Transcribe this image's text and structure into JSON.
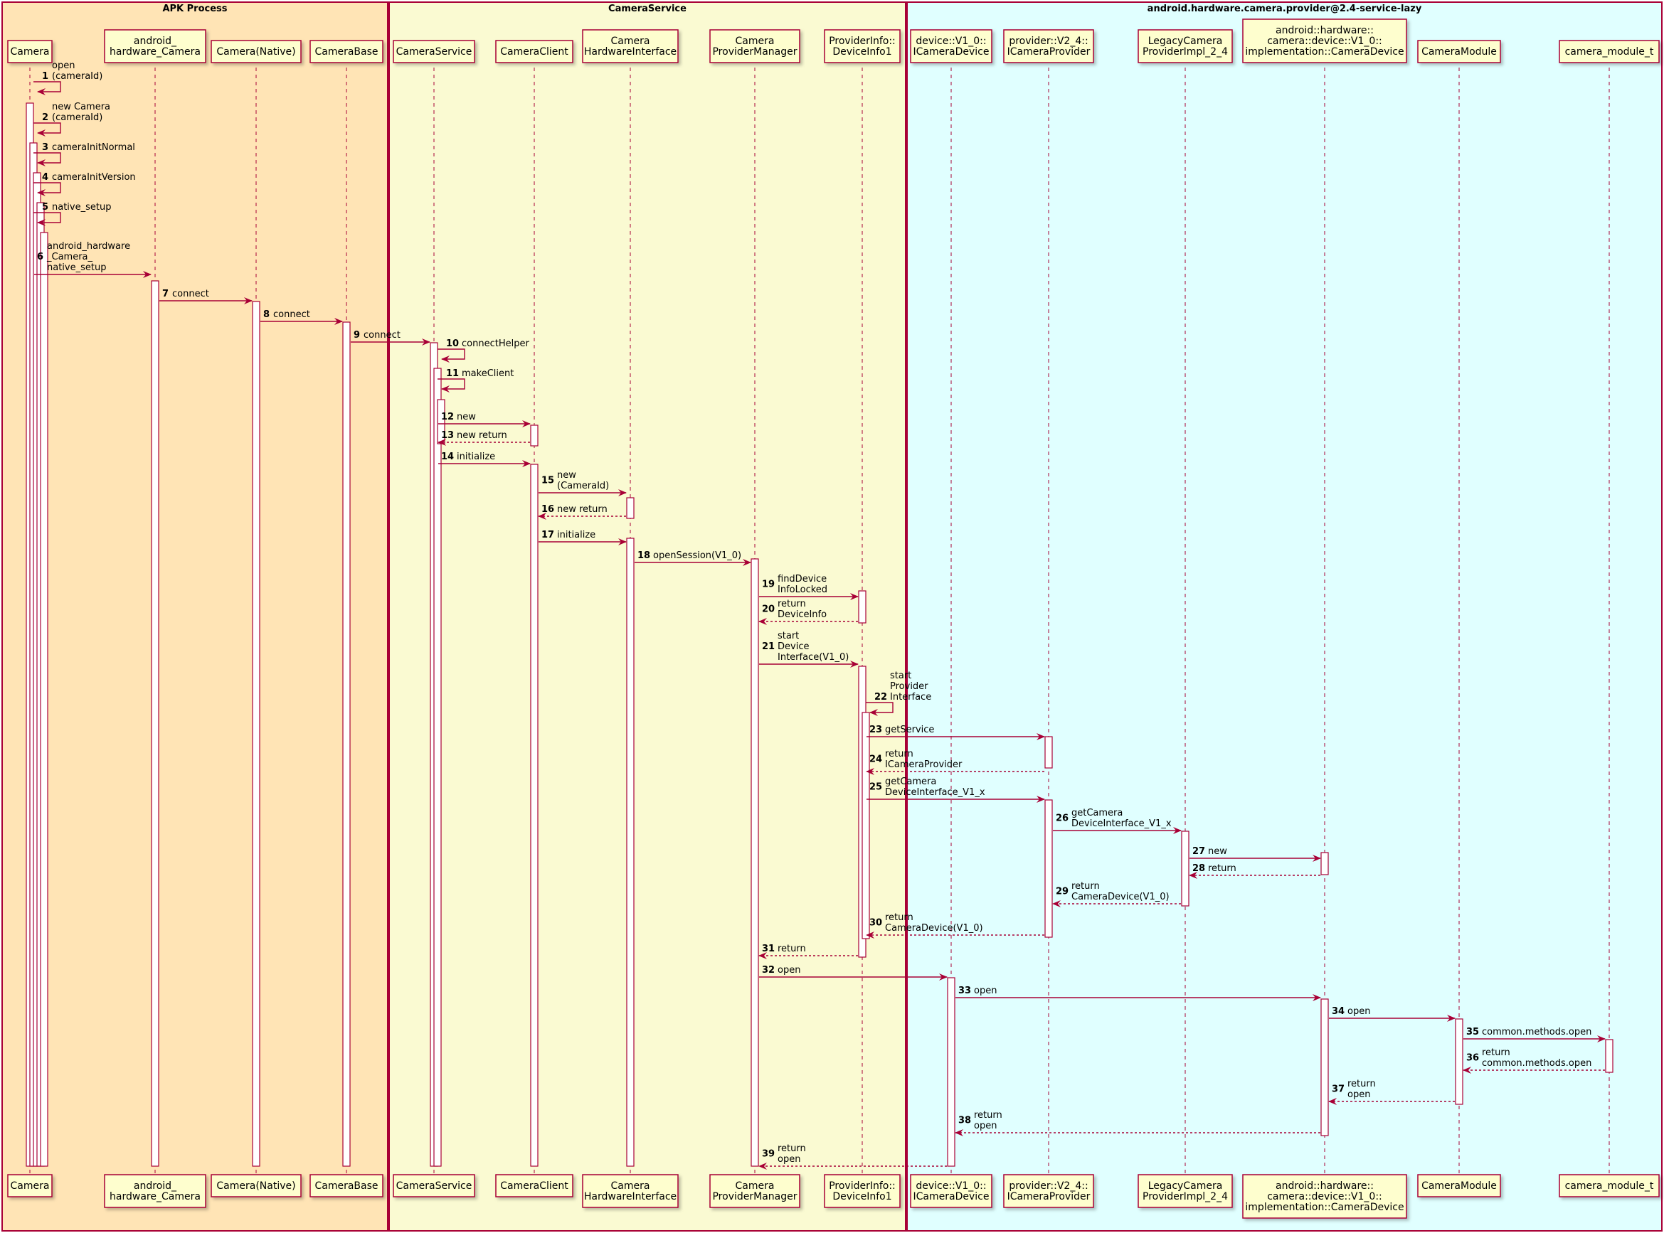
{
  "groups": [
    {
      "title": "APK Process",
      "color": "#ffe4b5"
    },
    {
      "title": "CameraService",
      "color": "#fafad2"
    },
    {
      "title": "android.hardware.camera.provider@2.4-service-lazy",
      "color": "#e0ffff"
    }
  ],
  "participants": [
    {
      "id": "camera",
      "label": [
        "Camera"
      ]
    },
    {
      "id": "jni",
      "label": [
        "android_",
        "hardware_Camera"
      ]
    },
    {
      "id": "native",
      "label": [
        "Camera(Native)"
      ]
    },
    {
      "id": "base",
      "label": [
        "CameraBase"
      ]
    },
    {
      "id": "svc",
      "label": [
        "CameraService"
      ]
    },
    {
      "id": "client",
      "label": [
        "CameraClient"
      ]
    },
    {
      "id": "hwif",
      "label": [
        "Camera",
        "HardwareInterface"
      ]
    },
    {
      "id": "cpm",
      "label": [
        "Camera",
        "ProviderManager"
      ]
    },
    {
      "id": "pinfo",
      "label": [
        "ProviderInfo::",
        "DeviceInfo1"
      ]
    },
    {
      "id": "icd",
      "label": [
        "device::V1_0::",
        "ICameraDevice"
      ]
    },
    {
      "id": "icp",
      "label": [
        "provider::V2_4::",
        "ICameraProvider"
      ]
    },
    {
      "id": "legacy",
      "label": [
        "LegacyCamera",
        "ProviderImpl_2_4"
      ]
    },
    {
      "id": "impl",
      "label": [
        "android::hardware::",
        "camera::device::V1_0::",
        "implementation::CameraDevice"
      ]
    },
    {
      "id": "module",
      "label": [
        "CameraModule"
      ]
    },
    {
      "id": "cmt",
      "label": [
        "camera_module_t"
      ]
    }
  ],
  "messages": [
    {
      "n": "1",
      "from": "camera",
      "to": "camera",
      "text": [
        "open",
        "(cameraId)"
      ],
      "dashed": false
    },
    {
      "n": "2",
      "from": "camera",
      "to": "camera",
      "text": [
        "new Camera",
        "(cameraId)"
      ],
      "dashed": false
    },
    {
      "n": "3",
      "from": "camera",
      "to": "camera",
      "text": [
        "cameraInitNormal"
      ],
      "dashed": false
    },
    {
      "n": "4",
      "from": "camera",
      "to": "camera",
      "text": [
        "cameraInitVersion"
      ],
      "dashed": false
    },
    {
      "n": "5",
      "from": "camera",
      "to": "camera",
      "text": [
        "native_setup"
      ],
      "dashed": false
    },
    {
      "n": "6",
      "from": "camera",
      "to": "jni",
      "text": [
        "android_hardware",
        "_Camera_",
        "native_setup"
      ],
      "dashed": false
    },
    {
      "n": "7",
      "from": "jni",
      "to": "native",
      "text": [
        "connect"
      ],
      "dashed": false
    },
    {
      "n": "8",
      "from": "native",
      "to": "base",
      "text": [
        "connect"
      ],
      "dashed": false
    },
    {
      "n": "9",
      "from": "base",
      "to": "svc",
      "text": [
        "connect"
      ],
      "dashed": false
    },
    {
      "n": "10",
      "from": "svc",
      "to": "svc",
      "text": [
        "connectHelper"
      ],
      "dashed": false
    },
    {
      "n": "11",
      "from": "svc",
      "to": "svc",
      "text": [
        "makeClient"
      ],
      "dashed": false
    },
    {
      "n": "12",
      "from": "svc",
      "to": "client",
      "text": [
        "new"
      ],
      "dashed": false
    },
    {
      "n": "13",
      "from": "client",
      "to": "svc",
      "text": [
        "new return"
      ],
      "dashed": true
    },
    {
      "n": "14",
      "from": "svc",
      "to": "client",
      "text": [
        "initialize"
      ],
      "dashed": false
    },
    {
      "n": "15",
      "from": "client",
      "to": "hwif",
      "text": [
        "new",
        "(CameraId)"
      ],
      "dashed": false
    },
    {
      "n": "16",
      "from": "hwif",
      "to": "client",
      "text": [
        "new return"
      ],
      "dashed": true
    },
    {
      "n": "17",
      "from": "client",
      "to": "hwif",
      "text": [
        "initialize"
      ],
      "dashed": false
    },
    {
      "n": "18",
      "from": "hwif",
      "to": "cpm",
      "text": [
        "openSession(V1_0)"
      ],
      "dashed": false
    },
    {
      "n": "19",
      "from": "cpm",
      "to": "pinfo",
      "text": [
        "findDevice",
        "InfoLocked"
      ],
      "dashed": false
    },
    {
      "n": "20",
      "from": "pinfo",
      "to": "cpm",
      "text": [
        "return",
        "DeviceInfo"
      ],
      "dashed": true
    },
    {
      "n": "21",
      "from": "cpm",
      "to": "pinfo",
      "text": [
        "start",
        "Device",
        "Interface(V1_0)"
      ],
      "dashed": false
    },
    {
      "n": "22",
      "from": "pinfo",
      "to": "pinfo",
      "text": [
        "start",
        "Provider",
        "Interface"
      ],
      "dashed": false
    },
    {
      "n": "23",
      "from": "pinfo",
      "to": "icp",
      "text": [
        "getService"
      ],
      "dashed": false
    },
    {
      "n": "24",
      "from": "icp",
      "to": "pinfo",
      "text": [
        "return",
        "ICameraProvider"
      ],
      "dashed": true
    },
    {
      "n": "25",
      "from": "pinfo",
      "to": "icp",
      "text": [
        "getCamera",
        "DeviceInterface_V1_x"
      ],
      "dashed": false
    },
    {
      "n": "26",
      "from": "icp",
      "to": "legacy",
      "text": [
        "getCamera",
        "DeviceInterface_V1_x"
      ],
      "dashed": false
    },
    {
      "n": "27",
      "from": "legacy",
      "to": "impl",
      "text": [
        "new"
      ],
      "dashed": false
    },
    {
      "n": "28",
      "from": "impl",
      "to": "legacy",
      "text": [
        "return"
      ],
      "dashed": true
    },
    {
      "n": "29",
      "from": "legacy",
      "to": "icp",
      "text": [
        "return",
        "CameraDevice(V1_0)"
      ],
      "dashed": true
    },
    {
      "n": "30",
      "from": "icp",
      "to": "pinfo",
      "text": [
        "return",
        "CameraDevice(V1_0)"
      ],
      "dashed": true
    },
    {
      "n": "31",
      "from": "pinfo",
      "to": "cpm",
      "text": [
        "return"
      ],
      "dashed": true
    },
    {
      "n": "32",
      "from": "cpm",
      "to": "icd",
      "text": [
        "open"
      ],
      "dashed": false
    },
    {
      "n": "33",
      "from": "icd",
      "to": "impl",
      "text": [
        "open"
      ],
      "dashed": false
    },
    {
      "n": "34",
      "from": "impl",
      "to": "module",
      "text": [
        "open"
      ],
      "dashed": false
    },
    {
      "n": "35",
      "from": "module",
      "to": "cmt",
      "text": [
        "common.methods.open"
      ],
      "dashed": false
    },
    {
      "n": "36",
      "from": "cmt",
      "to": "module",
      "text": [
        "return",
        "common.methods.open"
      ],
      "dashed": true
    },
    {
      "n": "37",
      "from": "module",
      "to": "impl",
      "text": [
        "return",
        "open"
      ],
      "dashed": true
    },
    {
      "n": "38",
      "from": "impl",
      "to": "icd",
      "text": [
        "return",
        "open"
      ],
      "dashed": true
    },
    {
      "n": "39",
      "from": "icd",
      "to": "cpm",
      "text": [
        "return",
        "open"
      ],
      "dashed": true
    }
  ],
  "colors": {
    "border": "#a80036",
    "arrow": "#a80036",
    "participant_fill": "#fefece",
    "lifeline": "#a80036",
    "activation_fill": "#ffffff"
  }
}
